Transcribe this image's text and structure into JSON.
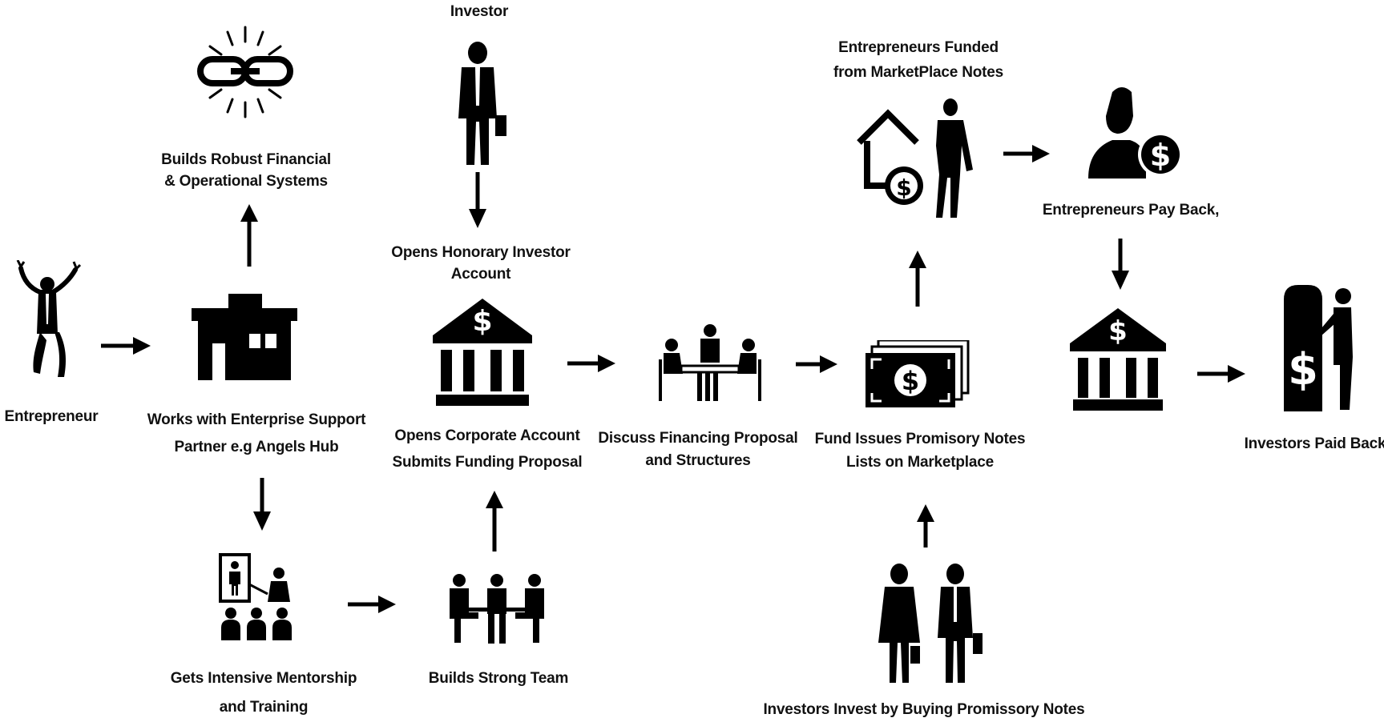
{
  "diagram": {
    "entrepreneur": "Entrepreneur",
    "enterprise_support": [
      "Works with Enterprise Support",
      "Partner e.g Angels Hub"
    ],
    "robust_systems": [
      "Builds Robust Financial",
      "& Operational Systems"
    ],
    "mentorship": [
      "Gets Intensive Mentorship",
      "and Training"
    ],
    "strong_team": "Builds Strong Team",
    "investor": "Investor",
    "honorary_account": [
      "Opens Honorary Investor",
      "Account"
    ],
    "corporate_account": [
      "Opens Corporate Account",
      "Submits Funding Proposal"
    ],
    "discuss_financing": [
      "Discuss Financing Proposal",
      "and Structures"
    ],
    "fund_issues": [
      "Fund Issues Promisory Notes",
      "Lists on Marketplace"
    ],
    "investors_invest": "Investors Invest by Buying Promissory Notes",
    "entrepreneurs_funded": [
      "Entrepreneurs Funded",
      "from MarketPlace Notes"
    ],
    "entrepreneurs_payback": "Entrepreneurs Pay Back,",
    "investors_paid_back": "Investors Paid Back"
  }
}
